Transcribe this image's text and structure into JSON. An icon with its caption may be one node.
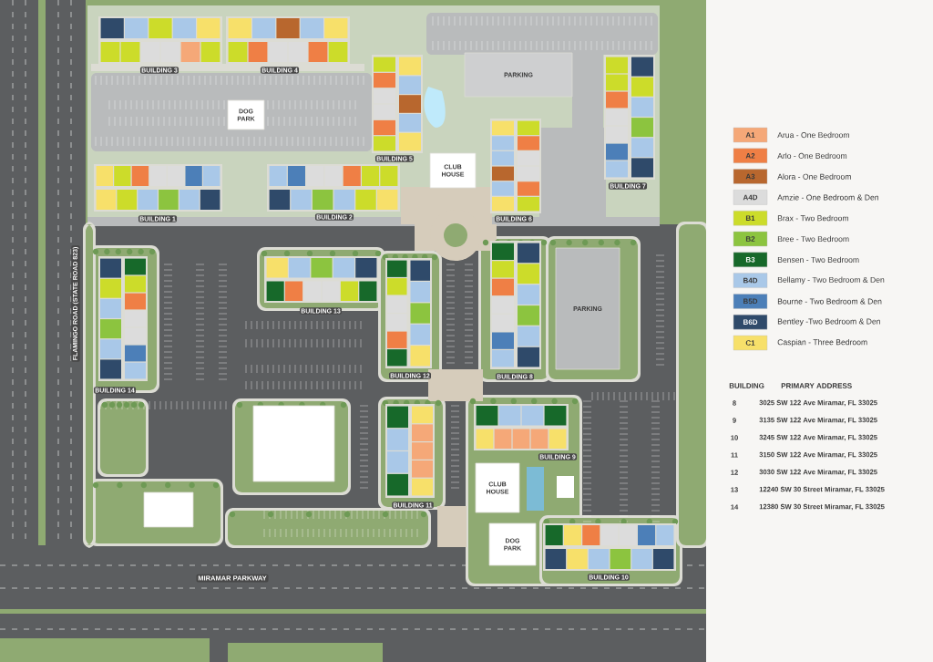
{
  "diagram": {
    "nodes": [
      {
        "text": [
          "BUILDING 3"
        ]
      },
      {
        "text": [
          "BUILDING 4"
        ]
      },
      {
        "text": [
          "PARKING"
        ]
      },
      {
        "text": [
          "DOG PARK"
        ]
      },
      {
        "text": [
          "BUILDING 5"
        ]
      },
      {
        "text": [
          "BUILDING 7"
        ]
      },
      {
        "text": [
          "CLUB HOUSE"
        ]
      },
      {
        "text": [
          "BUILDING 1"
        ]
      },
      {
        "text": [
          "BUILDING 2"
        ]
      },
      {
        "text": [
          "BUILDING 6"
        ]
      },
      {
        "text": [
          "BUILDING 13"
        ]
      },
      {
        "text": [
          "BUILDING 12"
        ]
      },
      {
        "text": [
          "PARKING"
        ]
      },
      {
        "text": [
          "BUILDING 8"
        ]
      },
      {
        "text": [
          "BUILDING 14"
        ]
      },
      {
        "text": [],
        "shape": "box"
      },
      {
        "text": [
          "BUILDING 11"
        ]
      },
      {
        "text": [
          "BUILDING 9"
        ]
      },
      {
        "text": [
          "CLUB HOUSE"
        ]
      },
      {
        "text": [],
        "shape": "box"
      },
      {
        "text": [
          "DOG PARK"
        ]
      },
      {
        "text": [
          "BUILDING 10"
        ]
      }
    ],
    "labels": [
      "A1",
      "A2",
      "A3",
      "A4D",
      "B1",
      "B2",
      "B3",
      "B4D",
      "B5D",
      "B6D",
      "C1",
      "BUILDING",
      "PRIMARY ADDRESS",
      "8",
      "3025 SW 122 Ave Miramar, FL 33025",
      "9",
      "3135 SW 122 Ave Miramar, FL 33025",
      "10",
      "3245 SW 122 Ave Miramar, FL 33025",
      "11",
      "3150 SW 122 Ave Miramar, FL 33025",
      "12",
      "3030 SW 122 Ave Miramar, FL 33025",
      "13",
      "12240 SW 30 Street Miramar, FL 33025",
      "14",
      "12380 SW 30 Street Miramar, FL 33025",
      "FLAMINGO ROAD (STATE ROAD 823)",
      "MIRAMAR PARKWAY"
    ],
    "legend": [
      {
        "text": "Arua - One Bedroom",
        "color": "#f5a878"
      },
      {
        "text": "Arlo - One Bedroom",
        "color": "#ef7f45"
      },
      {
        "text": "Alora - One Bedroom",
        "color": "#b8672e"
      },
      {
        "text": "Amzie - One Bedroom & Den",
        "color": "#dcdcdc"
      },
      {
        "text": "Brax - Two Bedroom",
        "color": "#ccdc2a"
      },
      {
        "text": "Bree - Two Bedroom",
        "color": "#8cc43f"
      },
      {
        "text": "Bensen - Two Bedroom",
        "color": "#17692a"
      },
      {
        "text": "Bellamy - Two Bedroom & Den",
        "color": "#a9c8e8"
      },
      {
        "text": "Bourne - Two Bedroom & Den",
        "color": "#4c7fb8"
      },
      {
        "text": "Bentley -Two Bedroom & Den",
        "color": "#2f4a6a"
      },
      {
        "text": "Caspian - Three Bedroom",
        "color": "#f7e06a"
      }
    ]
  }
}
